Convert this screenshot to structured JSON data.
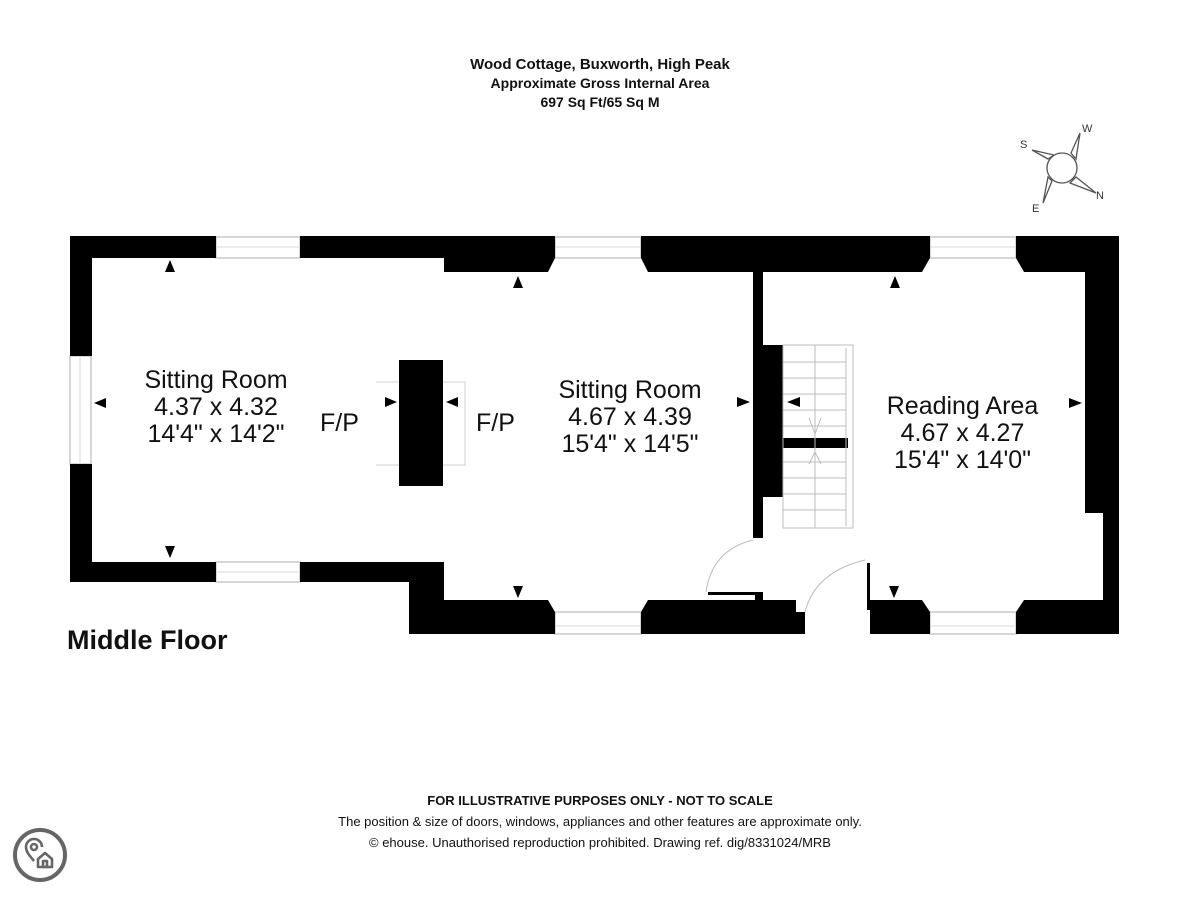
{
  "header": {
    "title": "Wood Cottage, Buxworth, High Peak",
    "subtitle": "Approximate Gross Internal Area",
    "area": "697 Sq Ft/65 Sq M"
  },
  "compass": {
    "labels": {
      "north": "N",
      "south": "S",
      "east": "E",
      "west": "W"
    }
  },
  "rooms": [
    {
      "name": "Sitting Room",
      "metric": "4.37 x 4.32",
      "imperial": "14'4\" x 14'2\""
    },
    {
      "name": "Sitting Room",
      "metric": "4.67 x 4.39",
      "imperial": "15'4\" x 14'5\""
    },
    {
      "name": "Reading Area",
      "metric": "4.67 x 4.27",
      "imperial": "15'4\" x 14'0\""
    }
  ],
  "fireplaces": [
    {
      "label": "F/P"
    },
    {
      "label": "F/P"
    }
  ],
  "floor_label": "Middle Floor",
  "footer": {
    "disclaimer": "FOR ILLUSTRATIVE PURPOSES ONLY - NOT TO SCALE",
    "note": "The position & size of doors, windows, appliances and other features are approximate only.",
    "copyright": "© ehouse. Unauthorised reproduction prohibited. Drawing ref. dig/8331024/MRB"
  },
  "badge": {
    "icon": "location-home-icon"
  },
  "colors": {
    "wall": "#000000",
    "window": "#cfcfcf",
    "stair": "#bdbdbd",
    "badge": "#666666"
  }
}
